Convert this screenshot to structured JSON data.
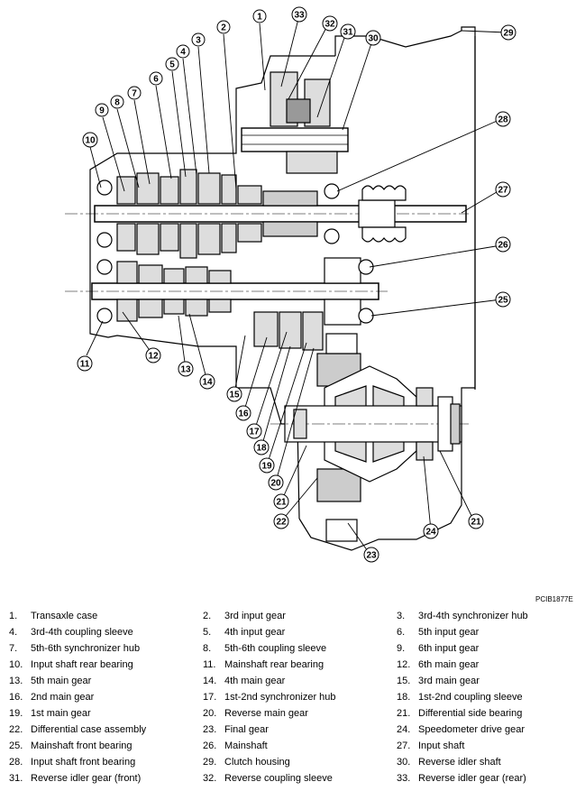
{
  "figure_code": "PCIB1877E",
  "callouts": [
    "1",
    "2",
    "3",
    "4",
    "5",
    "6",
    "7",
    "8",
    "9",
    "10",
    "11",
    "12",
    "13",
    "14",
    "15",
    "16",
    "17",
    "18",
    "19",
    "20",
    "21",
    "21",
    "22",
    "23",
    "24",
    "25",
    "26",
    "27",
    "28",
    "29",
    "30",
    "31",
    "32",
    "33"
  ],
  "legend": [
    {
      "num": "1.",
      "label": "Transaxle case"
    },
    {
      "num": "2.",
      "label": "3rd input gear"
    },
    {
      "num": "3.",
      "label": "3rd-4th synchronizer hub"
    },
    {
      "num": "4.",
      "label": "3rd-4th coupling sleeve"
    },
    {
      "num": "5.",
      "label": "4th input gear"
    },
    {
      "num": "6.",
      "label": "5th input gear"
    },
    {
      "num": "7.",
      "label": "5th-6th synchronizer hub"
    },
    {
      "num": "8.",
      "label": "5th-6th coupling sleeve"
    },
    {
      "num": "9.",
      "label": "6th input gear"
    },
    {
      "num": "10.",
      "label": "Input shaft rear bearing"
    },
    {
      "num": "11.",
      "label": "Mainshaft rear bearing"
    },
    {
      "num": "12.",
      "label": "6th main gear"
    },
    {
      "num": "13.",
      "label": "5th main gear"
    },
    {
      "num": "14.",
      "label": "4th main gear"
    },
    {
      "num": "15.",
      "label": "3rd main gear"
    },
    {
      "num": "16.",
      "label": "2nd main gear"
    },
    {
      "num": "17.",
      "label": "1st-2nd synchronizer hub"
    },
    {
      "num": "18.",
      "label": "1st-2nd coupling sleeve"
    },
    {
      "num": "19.",
      "label": "1st main gear"
    },
    {
      "num": "20.",
      "label": "Reverse main gear"
    },
    {
      "num": "21.",
      "label": "Differential side bearing"
    },
    {
      "num": "22.",
      "label": "Differential case assembly"
    },
    {
      "num": "23.",
      "label": "Final gear"
    },
    {
      "num": "24.",
      "label": "Speedometer drive gear"
    },
    {
      "num": "25.",
      "label": "Mainshaft front bearing"
    },
    {
      "num": "26.",
      "label": "Mainshaft"
    },
    {
      "num": "27.",
      "label": "Input shaft"
    },
    {
      "num": "28.",
      "label": "Input shaft front bearing"
    },
    {
      "num": "29.",
      "label": "Clutch housing"
    },
    {
      "num": "30.",
      "label": "Reverse idler shaft"
    },
    {
      "num": "31.",
      "label": "Reverse idler gear (front)"
    },
    {
      "num": "32.",
      "label": "Reverse coupling sleeve"
    },
    {
      "num": "33.",
      "label": "Reverse idler gear (rear)"
    }
  ]
}
